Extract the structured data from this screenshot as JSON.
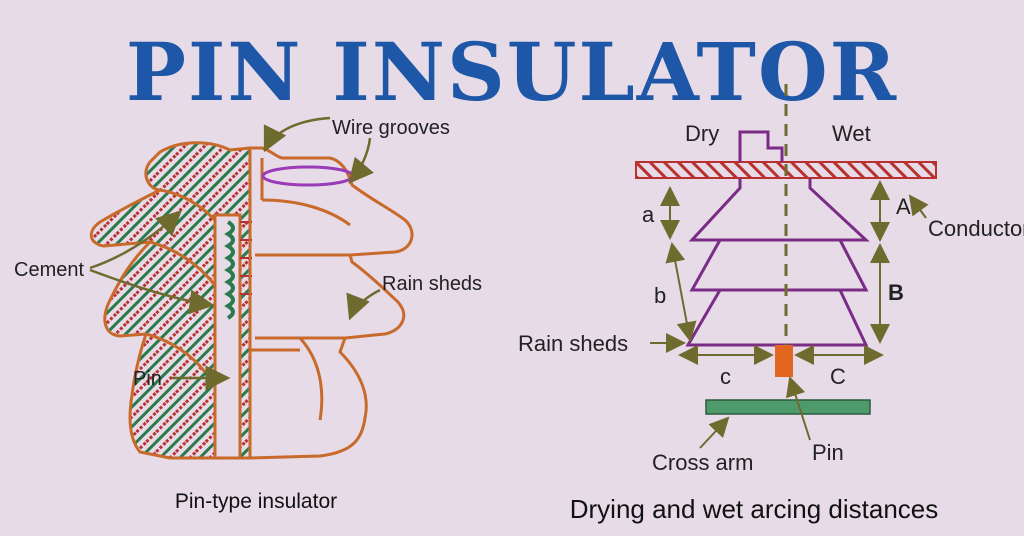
{
  "title": "PIN INSULATOR",
  "colors": {
    "background": "#e6dbe6",
    "title": "#1f57a8",
    "insulator_outline": "#c86a2c",
    "hatch_red": "#b8312f",
    "hatch_green": "#2b7a4b",
    "groove": "#9a3bb8",
    "shed_outline": "#7a2c86",
    "leader": "#6f6a2e",
    "pin": "#e2661f",
    "cross_arm": "#4f9a6a"
  },
  "left_diagram": {
    "caption": "Pin-type insulator",
    "labels": {
      "wire_grooves": "Wire grooves",
      "cement": "Cement",
      "rain_sheds": "Rain sheds",
      "pin": "Pin"
    }
  },
  "right_diagram": {
    "caption": "Drying and wet arcing distances",
    "labels": {
      "dry": "Dry",
      "wet": "Wet",
      "conductor": "Conductor",
      "rain_sheds": "Rain sheds",
      "pin": "Pin",
      "cross_arm": "Cross arm",
      "a": "a",
      "b": "b",
      "c": "c",
      "A": "A",
      "B": "B",
      "C": "C"
    }
  }
}
